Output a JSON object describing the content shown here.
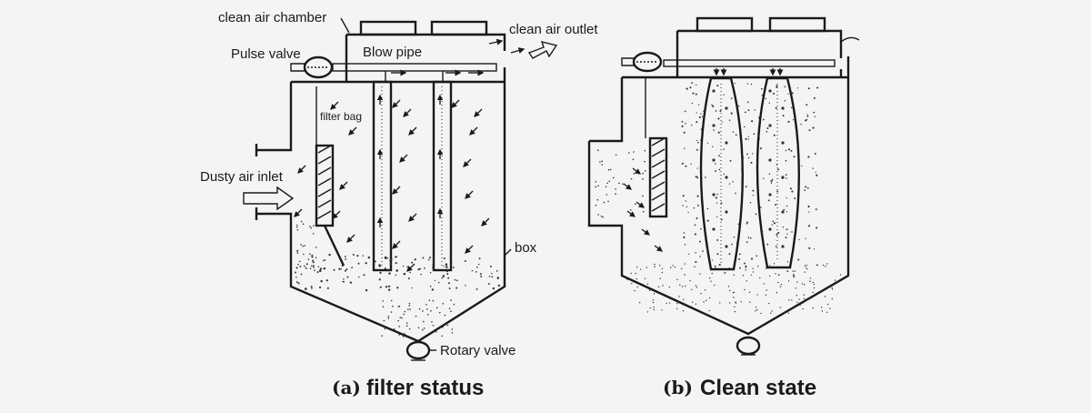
{
  "panel_a": {
    "labels": {
      "clean_air_chamber": "clean air chamber",
      "clean_air_outlet": "clean air outlet",
      "pulse_valve": "Pulse valve",
      "blow_pipe": "Blow pipe",
      "filter_bag": "filter bag",
      "dusty_air_inlet": "Dusty air inlet",
      "box": "box",
      "rotary_valve": "Rotary valve"
    },
    "caption_letter": "(a)",
    "caption_text": "filter status"
  },
  "panel_b": {
    "caption_letter": "(b)",
    "caption_text": "Clean state"
  }
}
